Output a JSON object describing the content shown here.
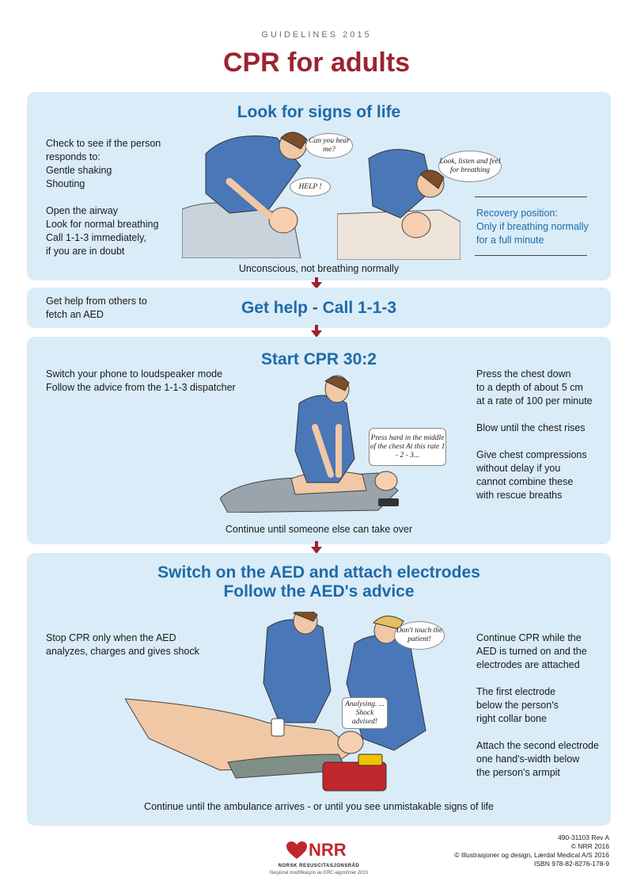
{
  "header": {
    "eyebrow": "GUIDELINES 2015",
    "title": "CPR for adults"
  },
  "section1": {
    "title": "Look for signs of life",
    "left_lines": [
      "Check to see if the person",
      "responds to:",
      "Gentle shaking",
      "Shouting",
      "",
      "Open the airway",
      "Look for normal breathing",
      "Call 1-1-3 immediately,",
      "if you are in doubt"
    ],
    "bubble_a": "Can you hear me?",
    "bubble_b": "HELP !",
    "bubble_c": "Look, listen and feel for breathing",
    "recovery_lines": [
      "Recovery position:",
      "Only if breathing normally",
      "for a full minute"
    ],
    "caption": "Unconscious, not breathing normally"
  },
  "section2": {
    "left_lines": [
      "Get help from others to",
      "fetch an AED"
    ],
    "title": "Get help - Call 1-1-3"
  },
  "section3": {
    "title": "Start CPR 30:2",
    "left_lines": [
      "Switch your phone to loudspeaker mode",
      "Follow the advice from the 1-1-3 dispatcher"
    ],
    "bubble": "Press hard in the middle of the chest At this rate 1 - 2 - 3...",
    "right_lines": [
      "Press the chest down",
      "to a depth of about 5 cm",
      "at a rate of 100 per minute",
      "",
      "Blow until the chest rises",
      "",
      "Give chest compressions",
      "without delay if you",
      "cannot combine these",
      "with rescue breaths"
    ],
    "caption": "Continue until someone else can take over"
  },
  "section4": {
    "title_line1": "Switch on the AED and attach electrodes",
    "title_line2": "Follow the AED's advice",
    "left_lines": [
      "Stop CPR only when the AED",
      "analyzes, charges and gives shock"
    ],
    "bubble_a": "Don't touch the patient!",
    "bubble_b": "Analysing. ... Shock advised!",
    "right_lines": [
      "Continue CPR while the",
      "AED is turned on and the",
      "electrodes are attached",
      "",
      "The first electrode",
      "below the person's",
      "right collar bone",
      "",
      "Attach the second electrode",
      "one hand's-width below",
      "the person's armpit"
    ],
    "caption": "Continue until the ambulance arrives - or until you see unmistakable signs of life"
  },
  "footer": {
    "logo_text": "NRR",
    "logo_subtitle": "NORSK RESUSCITASJONSRÅD",
    "logo_tagline": "Nasjonal modifikasjon av ERC-algoritmer 2015",
    "info_lines": [
      "490-31103 Rev A",
      "© NRR 2016",
      "© Illustrasjoner og design, Lærdal Medical A/S 2016",
      "ISBN 978-82-8276-178-9"
    ]
  },
  "colors": {
    "title_red": "#9b2430",
    "heading_blue": "#1f6aa8",
    "panel_blue": "#d9ecf8"
  }
}
